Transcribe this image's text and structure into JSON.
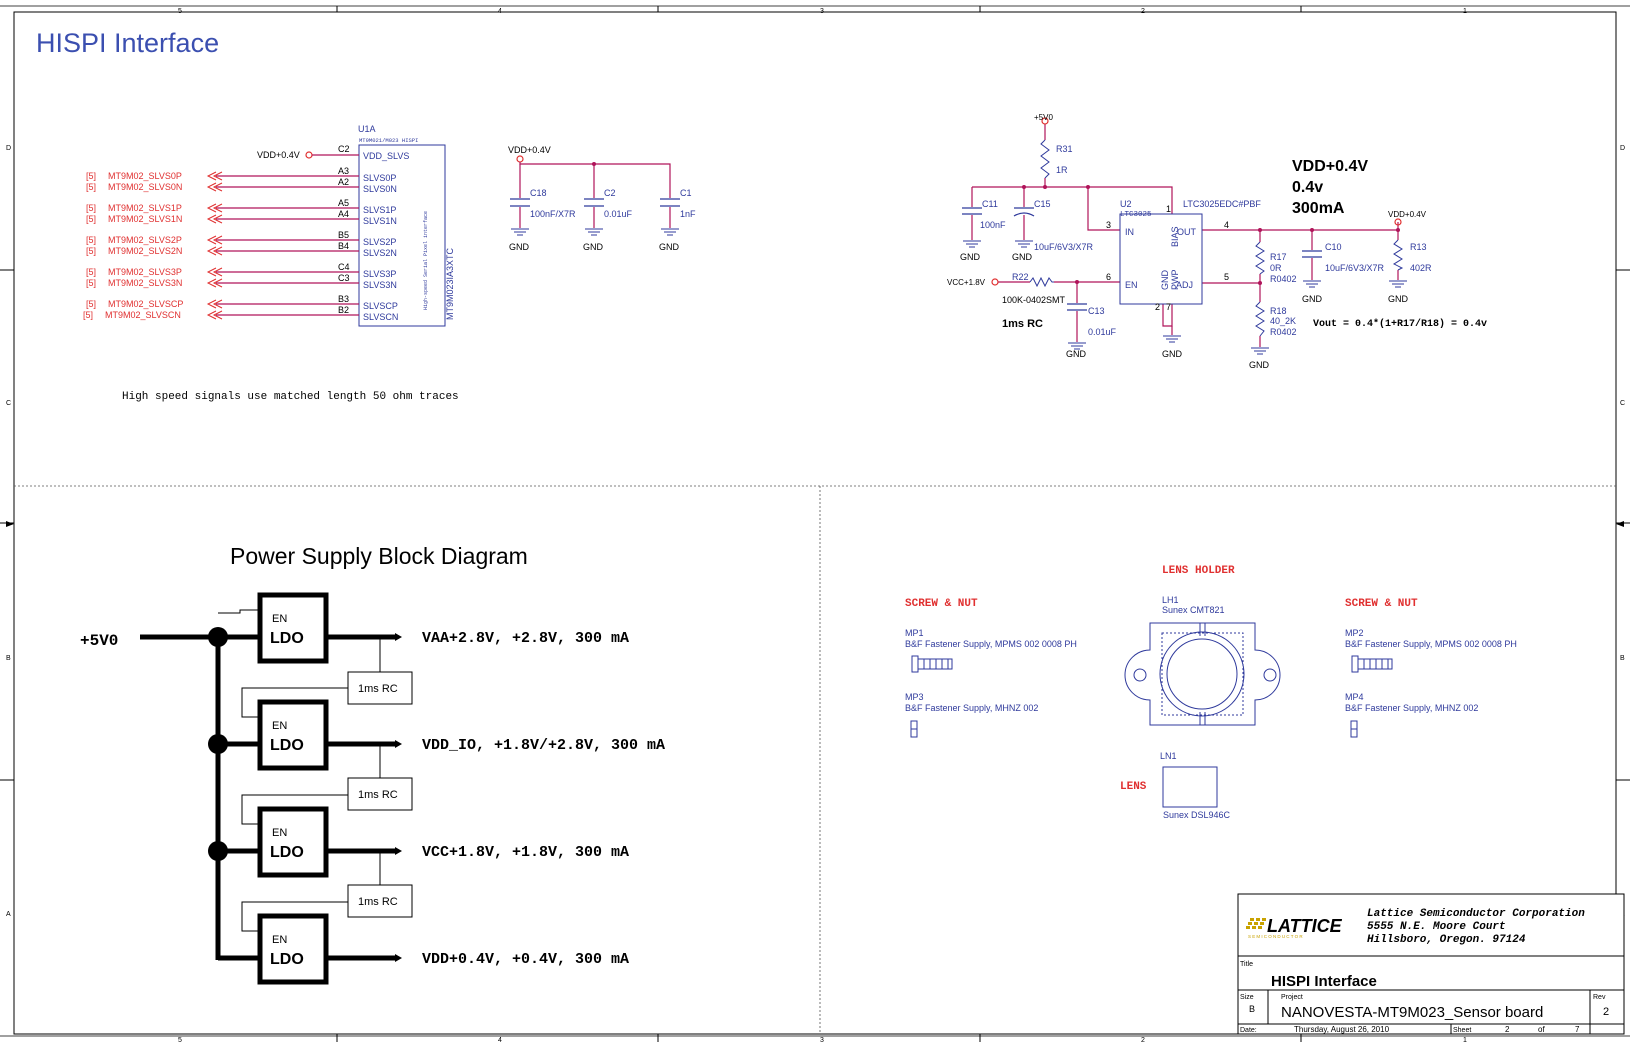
{
  "page_title": "HISPI Interface",
  "border": {
    "cols_top": [
      "5",
      "4",
      "3",
      "2",
      "1"
    ],
    "cols_bottom": [
      "5",
      "4",
      "3",
      "2",
      "1"
    ],
    "rows_left": [
      "D",
      "C",
      "B",
      "A"
    ],
    "rows_right": [
      "D",
      "C",
      "B",
      "A"
    ]
  },
  "u1": {
    "ref": "U1A",
    "part_sub": "MT9M021/M023 HISPI",
    "part_vertical": "MT9M023IA3XTC",
    "vertical_note": "High-speed Serial Pixel interface",
    "supply_net": "VDD+0.4V",
    "pins": [
      {
        "num": "C2",
        "name": "VDD_SLVS"
      },
      {
        "num": "A3",
        "name": "SLVS0P"
      },
      {
        "num": "A2",
        "name": "SLVS0N"
      },
      {
        "num": "A5",
        "name": "SLVS1P"
      },
      {
        "num": "A4",
        "name": "SLVS1N"
      },
      {
        "num": "B5",
        "name": "SLVS2P"
      },
      {
        "num": "B4",
        "name": "SLVS2N"
      },
      {
        "num": "C4",
        "name": "SLVS3P"
      },
      {
        "num": "C3",
        "name": "SLVS3N"
      },
      {
        "num": "B3",
        "name": "SLVSCP"
      },
      {
        "num": "B2",
        "name": "SLVSCN"
      }
    ],
    "nets": [
      {
        "ref": "[5]",
        "name": "MT9M02_SLVS0P"
      },
      {
        "ref": "[5]",
        "name": "MT9M02_SLVS0N"
      },
      {
        "ref": "[5]",
        "name": "MT9M02_SLVS1P"
      },
      {
        "ref": "[5]",
        "name": "MT9M02_SLVS1N"
      },
      {
        "ref": "[5]",
        "name": "MT9M02_SLVS2P"
      },
      {
        "ref": "[5]",
        "name": "MT9M02_SLVS2N"
      },
      {
        "ref": "[5]",
        "name": "MT9M02_SLVS3P"
      },
      {
        "ref": "[5]",
        "name": "MT9M02_SLVS3N"
      },
      {
        "ref": "[5]",
        "name": "MT9M02_SLVSCP"
      },
      {
        "ref": "[5]",
        "name": "MT9M02_SLVSCN"
      }
    ]
  },
  "decoupling": {
    "net": "VDD+0.4V",
    "caps": [
      {
        "ref": "C18",
        "value": "100nF/X7R",
        "gnd": "GND"
      },
      {
        "ref": "C2",
        "value": "0.01uF",
        "gnd": "GND"
      },
      {
        "ref": "C1",
        "value": "1nF",
        "gnd": "GND"
      }
    ]
  },
  "note": "High speed signals use matched length 50 ohm traces",
  "regulator": {
    "input_net": "+5V0",
    "r31": {
      "ref": "R31",
      "value": "1R"
    },
    "c11": {
      "ref": "C11",
      "value": "100nF",
      "gnd": "GND"
    },
    "c15": {
      "ref": "C15",
      "value": "10uF/6V3/X7R",
      "gnd": "GND"
    },
    "u2": {
      "ref": "U2",
      "part": "LTC3025",
      "part_full": "LTC3025EDC#PBF",
      "pins": {
        "in": "IN",
        "bias": "BIAS",
        "out": "OUT",
        "en": "EN",
        "adj": "ADJ",
        "gnd": "GND",
        "pwp": "PWP"
      },
      "pin_nums": {
        "in": "3",
        "bias": "1",
        "out": "4",
        "en": "6",
        "adj": "5",
        "gnd": "2",
        "pwp": "7"
      }
    },
    "vcc_net": "VCC+1.8V",
    "r22": {
      "ref": "R22",
      "value": "100K-0402SMT"
    },
    "c13": {
      "ref": "C13",
      "value": "0.01uF",
      "gnd": "GND"
    },
    "rc_label": "1ms RC",
    "u2_gnd": "GND",
    "r17": {
      "ref": "R17",
      "value": "0R",
      "pkg": "R0402"
    },
    "r18": {
      "ref": "R18",
      "value": "40_2K",
      "pkg": "R0402",
      "gnd": "GND"
    },
    "c10": {
      "ref": "C10",
      "value": "10uF/6V3/X7R",
      "gnd": "GND"
    },
    "r13": {
      "ref": "R13",
      "value": "402R",
      "gnd": "GND"
    },
    "out_net": "VDD+0.4V",
    "big": [
      "VDD+0.4V",
      "0.4v",
      "300mA"
    ],
    "formula": "Vout = 0.4*(1+R17/R18) = 0.4v"
  },
  "psu": {
    "title": "Power Supply Block Diagram",
    "input": "+5V0",
    "ldos": [
      {
        "en": "EN",
        "name": "LDO",
        "output": "VAA+2.8V, +2.8V, 300 mA"
      },
      {
        "en": "EN",
        "name": "LDO",
        "output": "VDD_IO, +1.8V/+2.8V, 300 mA"
      },
      {
        "en": "EN",
        "name": "LDO",
        "output": "VCC+1.8V, +1.8V, 300 mA"
      },
      {
        "en": "EN",
        "name": "LDO",
        "output": "VDD+0.4V, +0.4V, 300 mA"
      }
    ],
    "rc": [
      "1ms RC",
      "1ms RC",
      "1ms RC"
    ]
  },
  "mech": {
    "lens_holder_title": "LENS HOLDER",
    "screw_left": "SCREW & NUT",
    "screw_right": "SCREW & NUT",
    "lens_title": "LENS",
    "lh1": {
      "ref": "LH1",
      "desc": "Sunex CMT821"
    },
    "mp1": {
      "ref": "MP1",
      "desc": "B&F Fastener Supply, MPMS 002 0008 PH"
    },
    "mp3": {
      "ref": "MP3",
      "desc": "B&F Fastener Supply, MHNZ 002"
    },
    "mp2": {
      "ref": "MP2",
      "desc": "B&F Fastener Supply, MPMS 002 0008 PH"
    },
    "mp4": {
      "ref": "MP4",
      "desc": "B&F Fastener Supply, MHNZ 002"
    },
    "ln1": {
      "ref": "LN1",
      "desc": "Sunex DSL946C"
    }
  },
  "title_block": {
    "logo": "LATTICE",
    "logo_sub": "SEMICONDUCTOR",
    "company": "Lattice Semiconductor Corporation",
    "address1": "5555 N.E. Moore Court",
    "address2": "Hillsboro, Oregon. 97124",
    "title_label": "Title",
    "title": "HISPI Interface",
    "size_label": "Size",
    "size": "B",
    "project_label": "Project",
    "project": "NANOVESTA-MT9M023_Sensor board",
    "rev_label": "Rev",
    "rev": "2",
    "date_label": "Date:",
    "date": "Thursday, August 26, 2010",
    "sheet_label": "Sheet",
    "sheet": "2",
    "of_label": "of",
    "of": "7"
  },
  "colors": {
    "component": "#2f3a9c",
    "wire": "#b0145a",
    "net": "#e03030",
    "title": "#3b4fb0"
  }
}
